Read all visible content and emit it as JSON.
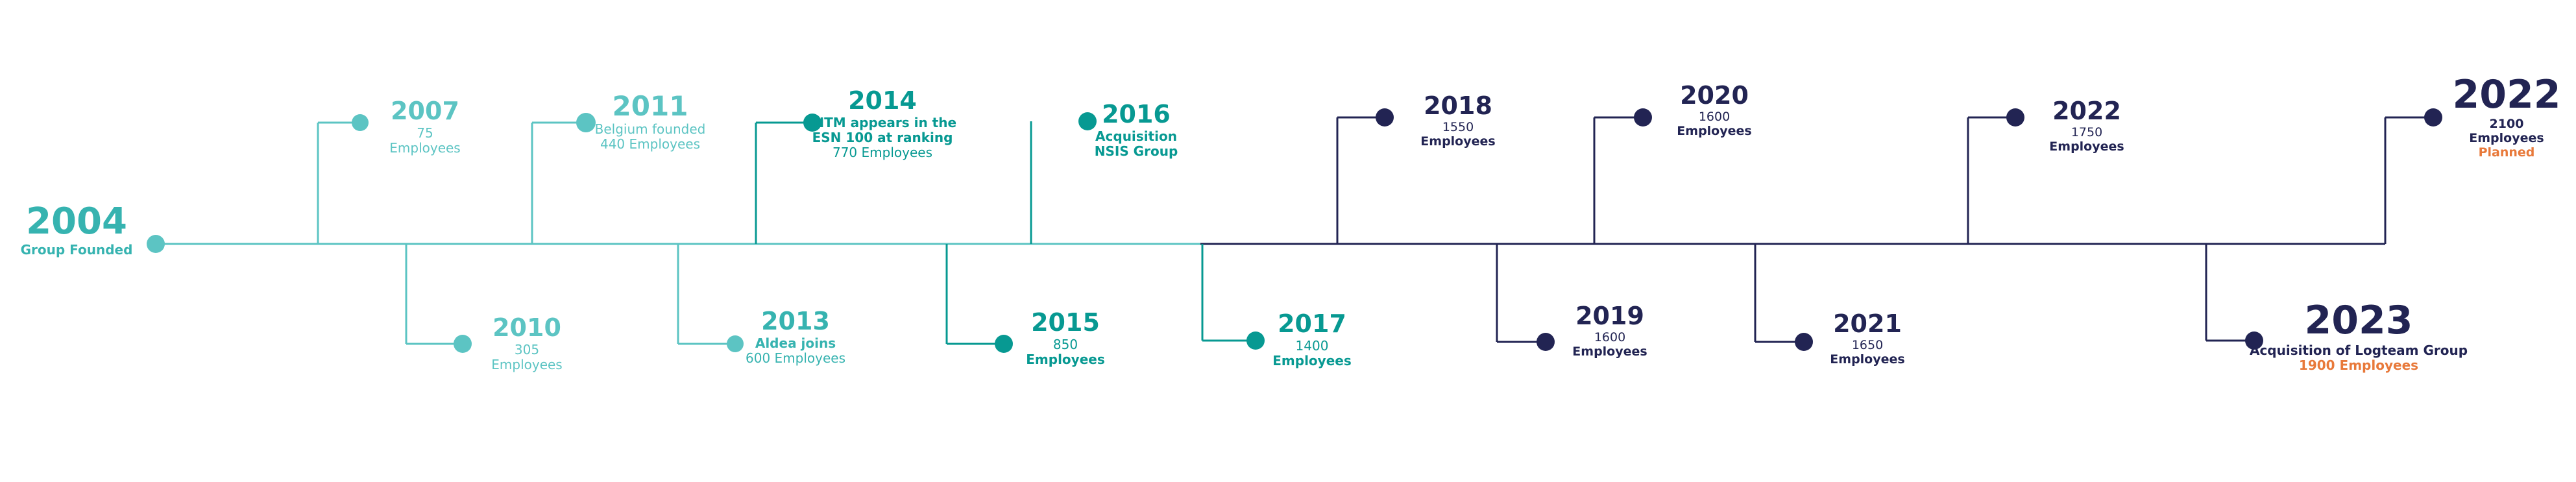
{
  "colors": {
    "teal_light": "#5cc4c3",
    "teal_mid": "#36b3b0",
    "teal_dark": "#079992",
    "navy": "#222453",
    "orange": "#e8793a"
  },
  "events": [
    {
      "year": "2004",
      "lines": [
        "Group Founded"
      ]
    },
    {
      "year": "2007",
      "lines": [
        "75",
        "Employees"
      ]
    },
    {
      "year": "2010",
      "lines": [
        "305",
        "Employees"
      ]
    },
    {
      "year": "2011",
      "lines": [
        "Belgium founded",
        "440 Employees"
      ]
    },
    {
      "year": "2013",
      "lines": [
        "Aldea joins",
        "600 Employees"
      ]
    },
    {
      "year": "2014",
      "lines": [
        "INTM appears in the",
        "ESN 100 at ranking",
        "770 Employees"
      ]
    },
    {
      "year": "2015",
      "lines": [
        "850",
        "Employees"
      ]
    },
    {
      "year": "2016",
      "lines": [
        "Acquisition",
        "NSIS Group"
      ]
    },
    {
      "year": "2017",
      "lines": [
        "1400",
        "Employees"
      ]
    },
    {
      "year": "2018",
      "lines": [
        "1550",
        "Employees"
      ]
    },
    {
      "year": "2019",
      "lines": [
        "1600",
        "Employees"
      ]
    },
    {
      "year": "2020",
      "lines": [
        "1600",
        "Employees"
      ]
    },
    {
      "year": "2021",
      "lines": [
        "1650",
        "Employees"
      ]
    },
    {
      "year": "2022",
      "lines": [
        "1750",
        "Employees"
      ]
    },
    {
      "year": "2023",
      "lines": [
        "Acquisition of Logteam Group"
      ],
      "highlight": "1900 Employees"
    },
    {
      "year": "2022",
      "lines": [
        "2100",
        "Employees"
      ],
      "highlight": "Planned"
    }
  ]
}
